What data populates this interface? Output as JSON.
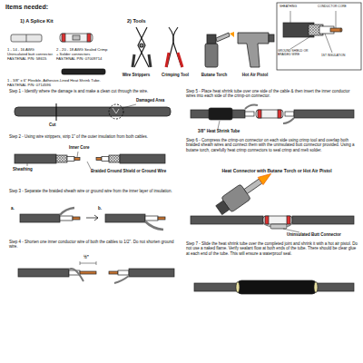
{
  "diagram": {
    "title": "Items needed:",
    "labels": [
      "1) A Splice Kit",
      "2) Tools",
      "1 - 14 - 16 AWG Uninsulated butt connector. FASTENAL P/N: 58615",
      "2 - 20 - 18 AWG Sealed Crimp + Solder connectors FASTENAL P/N: 07009714",
      "1 - 3/8\" x 6\" Flexible, Adhesive-Lined Heat Shrink Tube. FASTENAL P/N: 0714596",
      "Wire Strippers",
      "Crimping Tool",
      "Butane Torch",
      "Hot Air Pistol",
      "SHEATHING",
      "CONDUCTOR CORE",
      "GROUND SHIELD OR BRAIDED WIRE",
      "1ST INSULATION",
      "Step 1 - Identify where the damage is and make a clean cut through the wire.",
      "Damaged Area",
      "Cut",
      "Step 2 - Using wire strippers, strip 1\" of the outer insulation from both cables.",
      "Inner Core",
      "Sheathing",
      "Braided Ground Shield or Ground Wire",
      "Step 3 - Separate the braided sheath wire or ground wire from the inner layer of insulation.",
      "a.",
      "b.",
      "Step 4 - Shorten one inner conductor wire of both the cables to 1/2\". Do not shorten ground wire.",
      "½\"",
      "Step 5 - Place heat shrink tube over one side of the cable & then insert the inner conductor wires into each side of the crimp-on connector.",
      "3/8\" Heat Shrink Tube",
      "Step 6 - Compress the crimp-on connector on each side using crimp tool and overlap both braided sheath wires and connect them with the uninsulated butt connector provided. Using a butane torch, carefully heat crimp connectors to seal crimp and melt solder.",
      "Heat Connector with Butane Torch or Hot Air Pistol",
      "Uninsulated Butt Connector",
      "Step 7 - Slide the heat shrink tube over the completed joint and shrink it with a hot air pistol. Do not use a naked flame. Verify sealant flow at both ends of the tube. There should be clear glue at each end of the tube. This will ensure a waterproof seal."
    ]
  }
}
